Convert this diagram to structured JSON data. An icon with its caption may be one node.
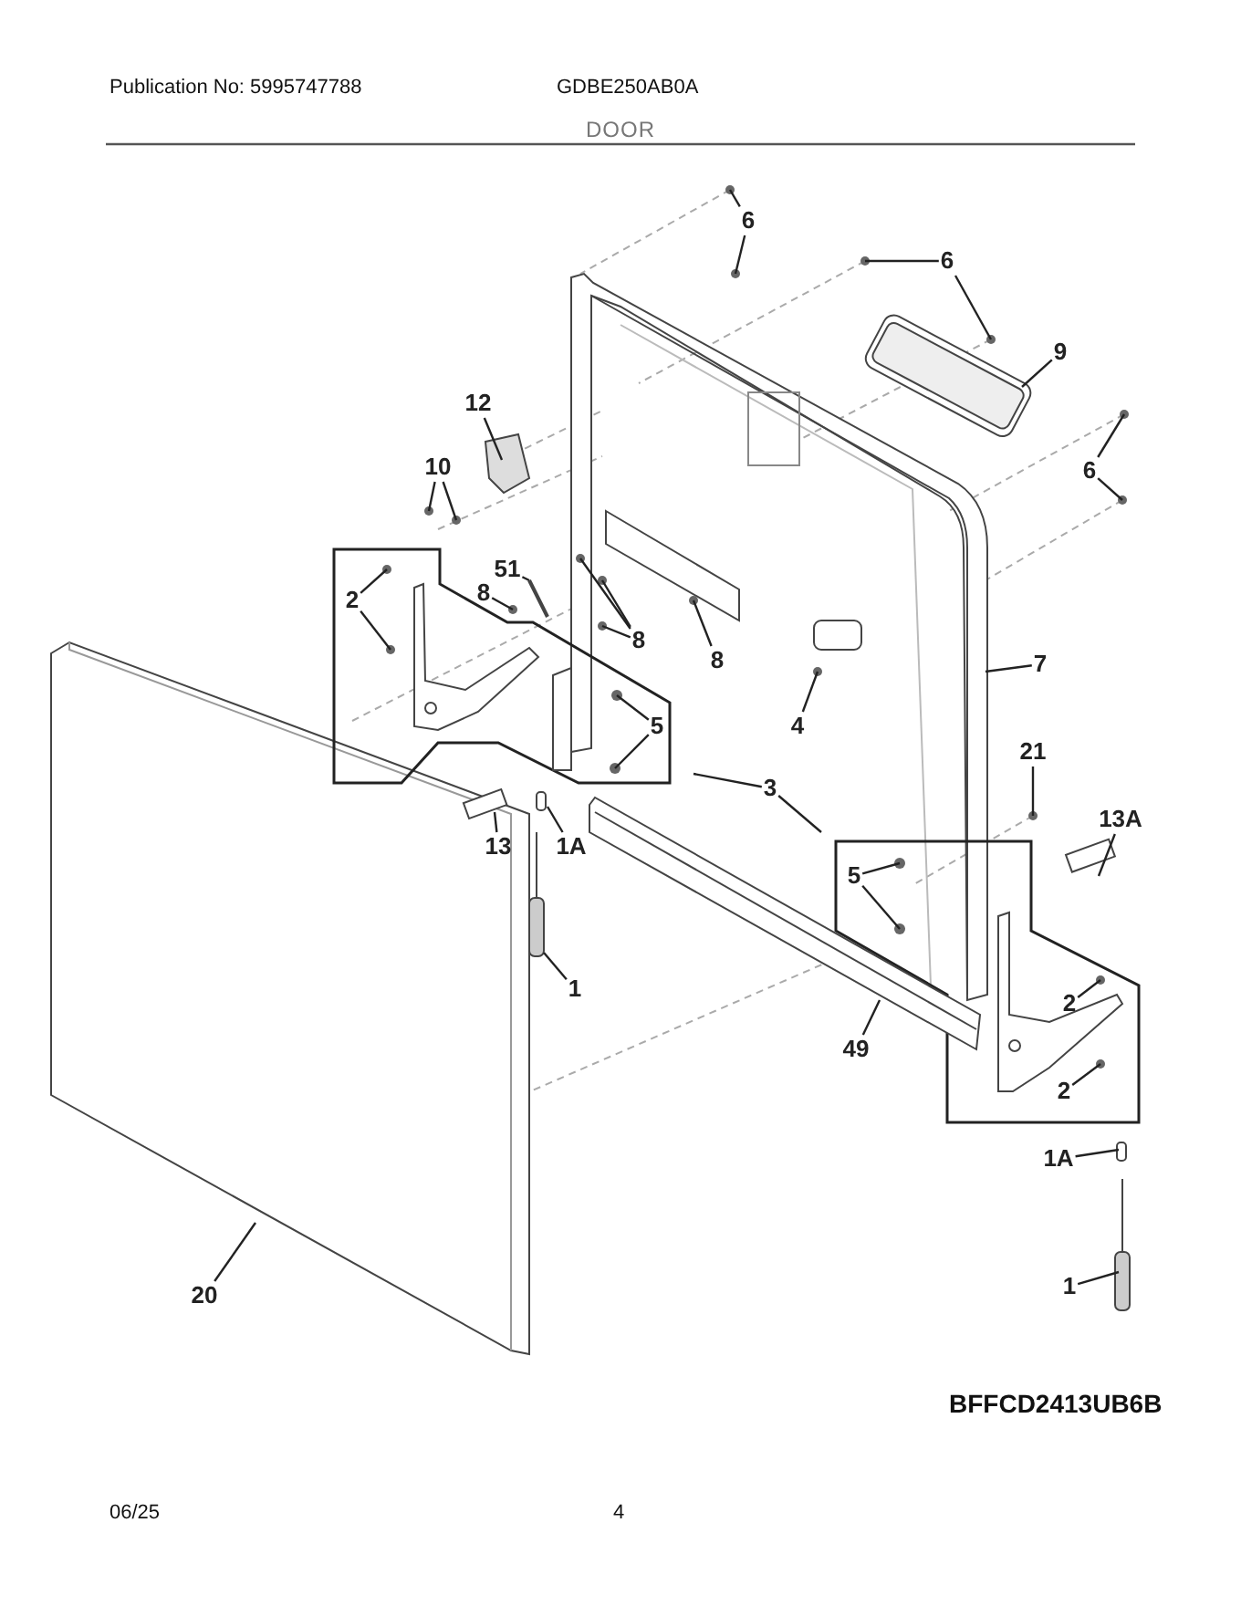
{
  "diagram": {
    "title": "DOOR",
    "nodes": [
      {
        "text": [
          "6"
        ]
      },
      {
        "text": [
          "6"
        ]
      },
      {
        "text": [
          "9"
        ]
      },
      {
        "text": [
          "12"
        ]
      },
      {
        "text": [
          "10"
        ]
      },
      {
        "text": [
          "6"
        ]
      },
      {
        "text": [
          "51"
        ]
      },
      {
        "text": [
          "2"
        ]
      },
      {
        "text": [
          "8"
        ]
      },
      {
        "text": [
          "8"
        ]
      },
      {
        "text": [
          "8"
        ]
      },
      {
        "text": [
          "7"
        ]
      },
      {
        "text": [
          "5"
        ]
      },
      {
        "text": [
          "4"
        ]
      },
      {
        "text": [
          "3"
        ]
      },
      {
        "text": [
          "21"
        ]
      },
      {
        "text": [
          "13A"
        ]
      },
      {
        "text": [
          "13"
        ]
      },
      {
        "text": [
          "1A"
        ]
      },
      {
        "text": [
          "5"
        ]
      },
      {
        "text": [
          "1"
        ]
      },
      {
        "text": [
          "2"
        ]
      },
      {
        "text": [
          "49"
        ]
      },
      {
        "text": [
          "2"
        ]
      },
      {
        "text": [
          "1A"
        ]
      },
      {
        "text": [
          "1"
        ]
      },
      {
        "text": [
          "20"
        ]
      }
    ],
    "edges": [
      {
        "from": 0,
        "to": null,
        "arrow": "none"
      },
      {
        "from": 0,
        "to": null,
        "arrow": "none"
      },
      {
        "from": 1,
        "to": null,
        "arrow": "none"
      },
      {
        "from": 1,
        "to": null,
        "arrow": "none"
      },
      {
        "from": 2,
        "to": null,
        "arrow": "none"
      },
      {
        "from": 3,
        "to": null,
        "arrow": "none"
      },
      {
        "from": 4,
        "to": null,
        "arrow": "none"
      },
      {
        "from": 4,
        "to": null,
        "arrow": "none"
      },
      {
        "from": 5,
        "to": null,
        "arrow": "none"
      },
      {
        "from": 5,
        "to": null,
        "arrow": "none"
      },
      {
        "from": 6,
        "to": null,
        "arrow": "none"
      },
      {
        "from": 7,
        "to": null,
        "arrow": "none"
      },
      {
        "from": 7,
        "to": null,
        "arrow": "none"
      },
      {
        "from": 8,
        "to": null,
        "arrow": "none"
      },
      {
        "from": 9,
        "to": null,
        "arrow": "none"
      },
      {
        "from": 9,
        "to": null,
        "arrow": "none"
      },
      {
        "from": 9,
        "to": null,
        "arrow": "none"
      },
      {
        "from": 10,
        "to": null,
        "arrow": "none"
      },
      {
        "from": 11,
        "to": null,
        "arrow": "none"
      },
      {
        "from": 12,
        "to": null,
        "arrow": "none"
      },
      {
        "from": 12,
        "to": null,
        "arrow": "none"
      },
      {
        "from": 13,
        "to": null,
        "arrow": "none"
      },
      {
        "from": 14,
        "to": null,
        "arrow": "none"
      },
      {
        "from": 14,
        "to": null,
        "arrow": "none"
      },
      {
        "from": 15,
        "to": null,
        "arrow": "none"
      },
      {
        "from": 16,
        "to": null,
        "arrow": "none"
      },
      {
        "from": 17,
        "to": null,
        "arrow": "none"
      },
      {
        "from": 18,
        "to": null,
        "arrow": "none"
      },
      {
        "from": 19,
        "to": null,
        "arrow": "none"
      },
      {
        "from": 19,
        "to": null,
        "arrow": "none"
      },
      {
        "from": 20,
        "to": null,
        "arrow": "none"
      },
      {
        "from": 21,
        "to": null,
        "arrow": "none"
      },
      {
        "from": 22,
        "to": null,
        "arrow": "none"
      },
      {
        "from": 23,
        "to": null,
        "arrow": "none"
      },
      {
        "from": 24,
        "to": null,
        "arrow": "none"
      },
      {
        "from": 25,
        "to": null,
        "arrow": "none"
      },
      {
        "from": 26,
        "to": null,
        "arrow": "none"
      }
    ],
    "labels": [
      "Publication No: 5995747788",
      "GDBE250AB0A",
      "BFFCD2413UB6B",
      "06/25",
      "4"
    ]
  }
}
